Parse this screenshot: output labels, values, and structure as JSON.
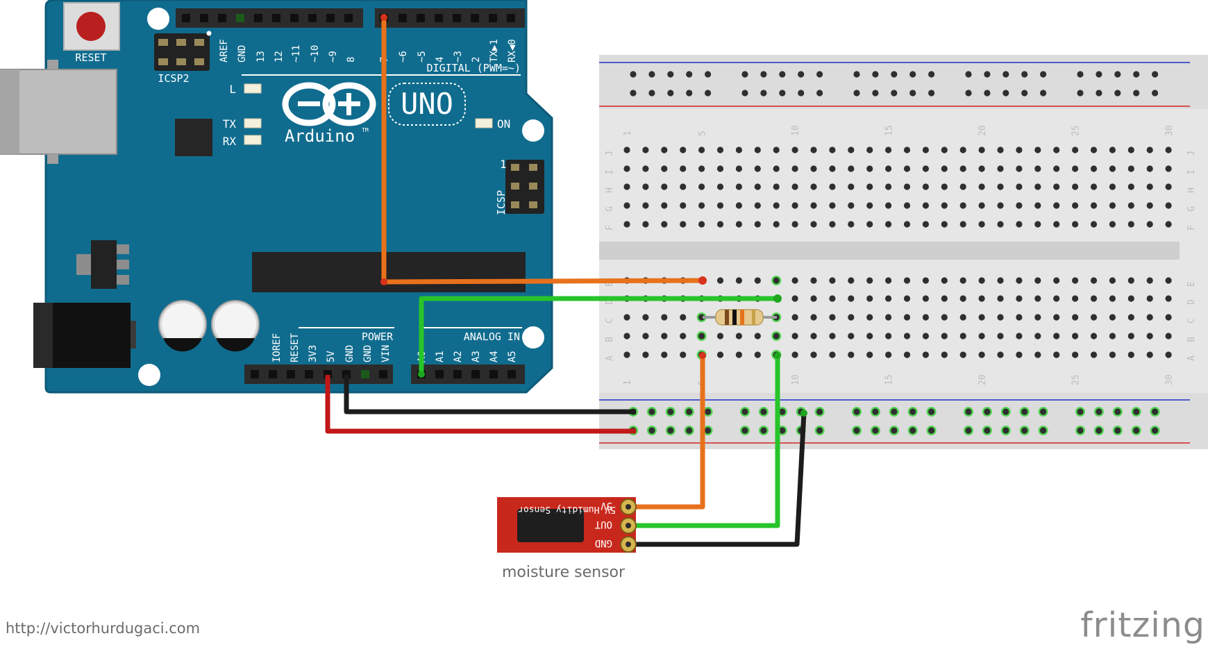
{
  "arduino": {
    "reset_label": "RESET",
    "icsp2_label": "ICSP2",
    "icsp_label": "ICSP",
    "icsp_pin1": "1",
    "brand_label": "Arduino",
    "tm_mark": "TM",
    "model_label": "UNO",
    "led_l": "L",
    "led_tx": "TX",
    "led_rx": "RX",
    "led_on": "ON",
    "digital_label": "DIGITAL (PWM=~)",
    "digital_pins": [
      "AREF",
      "GND",
      "13",
      "12",
      "~11",
      "~10",
      "~9",
      "8",
      "7",
      "~6",
      "~5",
      "4",
      "~3",
      "2",
      "TX▶1",
      "RX◀0"
    ],
    "power_label": "POWER",
    "power_pins": [
      "IOREF",
      "RESET",
      "3V3",
      "5V",
      "GND",
      "GND",
      "VIN"
    ],
    "analog_label": "ANALOG IN",
    "analog_pins": [
      "A0",
      "A1",
      "A2",
      "A3",
      "A4",
      "A5"
    ]
  },
  "breadboard": {
    "column_numbers": [
      "1",
      "5",
      "10",
      "15",
      "20",
      "25",
      "30"
    ],
    "top_row_letters": [
      "J",
      "I",
      "H",
      "G",
      "F"
    ],
    "bottom_row_letters": [
      "E",
      "D",
      "C",
      "B",
      "A"
    ]
  },
  "sensor": {
    "board_title": "5V Humidity Sensor",
    "pins": [
      "5V",
      "OUT",
      "GND"
    ],
    "caption": "moisture sensor"
  },
  "footer": {
    "url": "http://victorhurdugaci.com",
    "watermark": "fritzing"
  },
  "colors": {
    "board": "#106c8e",
    "board_edge": "#0c5a78",
    "breadboard": "#e6e6e6",
    "rail_red": "#d42222",
    "rail_blue": "#1f2fc8",
    "wire_orange": "#e8711c",
    "wire_green": "#27c42a",
    "wire_black": "#1c1c1c",
    "wire_red": "#c01818",
    "sensor_pcb": "#c8281c"
  },
  "wires": [
    {
      "name": "signal-wire",
      "color": "orange",
      "from": "digital-pin-7",
      "to": "breadboard-column-5"
    },
    {
      "name": "analog-wire",
      "color": "green",
      "from": "analog-pin-A0",
      "to": "breadboard-column-9"
    },
    {
      "name": "ground-wire",
      "color": "black",
      "from": "power-pin-GND",
      "to": "ground-rail"
    },
    {
      "name": "power-wire",
      "color": "red",
      "from": "power-pin-5V",
      "to": "power-rail"
    },
    {
      "name": "sensor-vcc-wire",
      "color": "orange",
      "from": "breadboard-column-5",
      "to": "sensor-pin-5V"
    },
    {
      "name": "sensor-out-wire",
      "color": "green",
      "from": "breadboard-column-9",
      "to": "sensor-pin-OUT"
    },
    {
      "name": "sensor-gnd-wire",
      "color": "black",
      "from": "ground-rail",
      "to": "sensor-pin-GND"
    }
  ],
  "components": {
    "resistor": "resistor"
  }
}
